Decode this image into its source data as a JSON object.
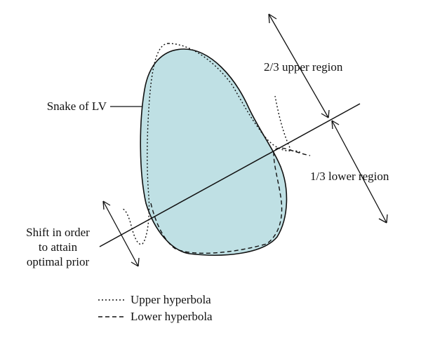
{
  "labels": {
    "snake": "Snake of LV",
    "upper_region": "2/3 upper region",
    "lower_region": "1/3 lower region",
    "shift_line1": "Shift in order",
    "shift_line2": "to attain",
    "shift_line3": "optimal prior"
  },
  "legend": {
    "upper": "Upper hyperbola",
    "lower": "Lower hyperbola"
  },
  "colors": {
    "lv_fill": "#bfe0e4",
    "stroke": "#111111"
  }
}
